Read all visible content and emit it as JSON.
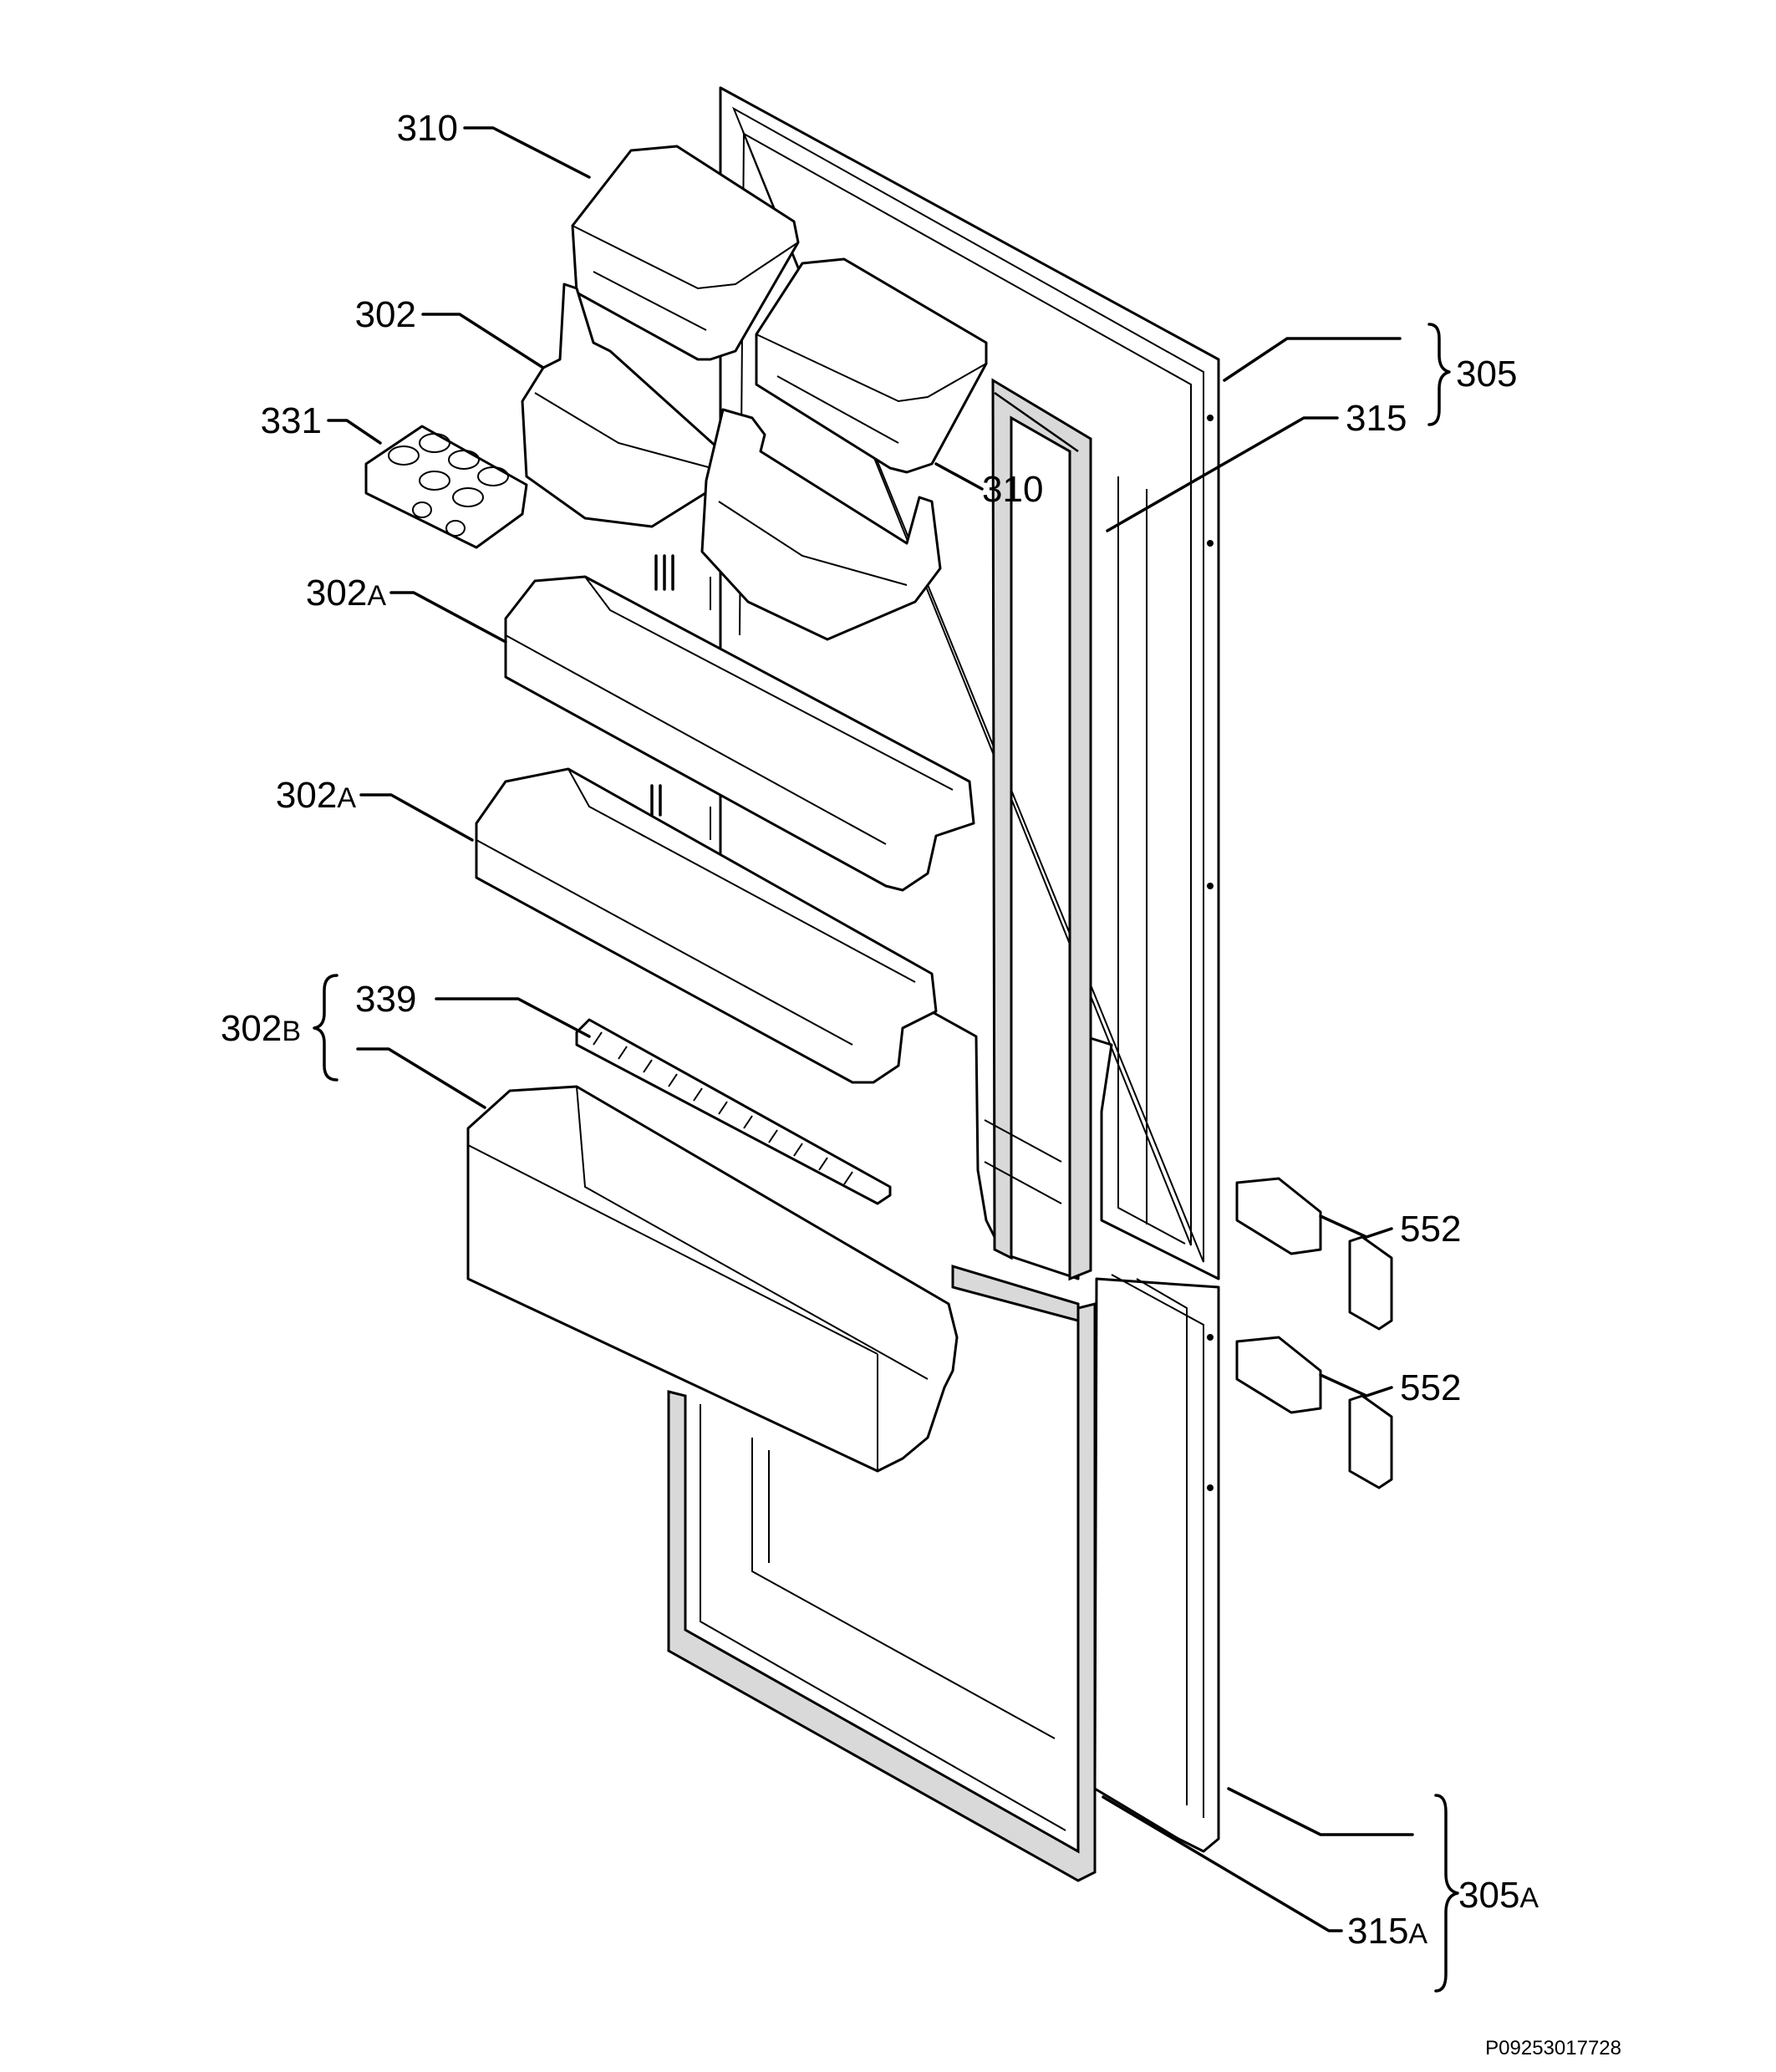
{
  "diagram": {
    "document_id": "P09253017728",
    "callouts": {
      "c310_top": {
        "number": "310",
        "suffix": ""
      },
      "c310_right": {
        "number": "310",
        "suffix": ""
      },
      "c302": {
        "number": "302",
        "suffix": ""
      },
      "c331": {
        "number": "331",
        "suffix": ""
      },
      "c302A_1": {
        "number": "302",
        "suffix": "A"
      },
      "c302A_2": {
        "number": "302",
        "suffix": "A"
      },
      "c302B": {
        "number": "302",
        "suffix": "B"
      },
      "c339": {
        "number": "339",
        "suffix": ""
      },
      "c305": {
        "number": "305",
        "suffix": ""
      },
      "c315": {
        "number": "315",
        "suffix": ""
      },
      "c552_1": {
        "number": "552",
        "suffix": ""
      },
      "c552_2": {
        "number": "552",
        "suffix": ""
      },
      "c305A": {
        "number": "305",
        "suffix": "A"
      },
      "c315A": {
        "number": "315",
        "suffix": "A"
      }
    }
  }
}
